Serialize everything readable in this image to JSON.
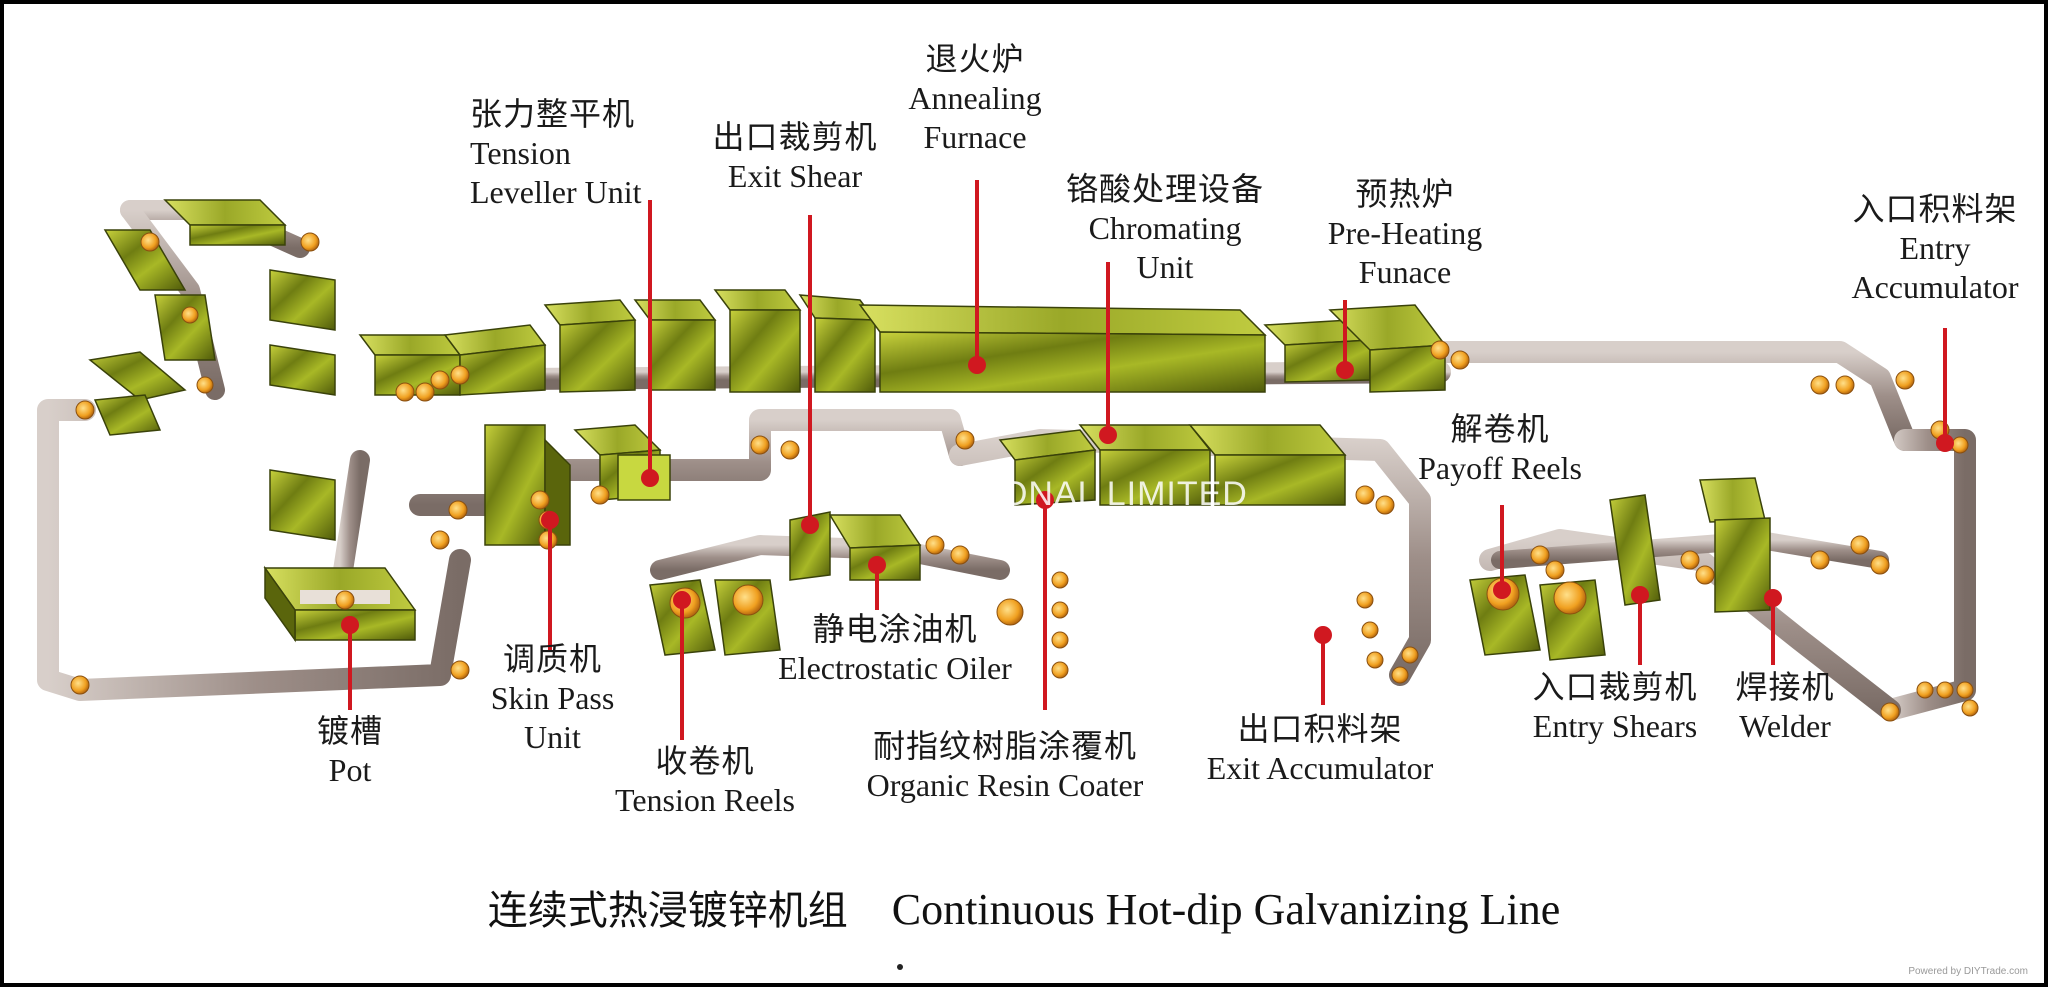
{
  "title": {
    "zh": "连续式热浸镀锌机组",
    "en": "Continuous Hot-dip Galvanizing Line"
  },
  "watermark": "METAL INTERNATIONAL LIMITED",
  "credit": "Powered by DIYTrade.com",
  "colors": {
    "strip": "#a89a94",
    "equipment": "#8a9a1c",
    "roller": "#f0a020",
    "pointer": "#d01820",
    "frame": "#000000"
  },
  "labels": {
    "annealing_furnace": {
      "zh": "退火炉",
      "en": [
        "Annealing",
        "Furnace"
      ]
    },
    "tension_leveller": {
      "zh": "张力整平机",
      "en": [
        "Tension",
        "Leveller Unit"
      ]
    },
    "exit_shear": {
      "zh": "出口裁剪机",
      "en": [
        "Exit Shear"
      ]
    },
    "chromating_unit": {
      "zh": "铬酸处理设备",
      "en": [
        "Chromating",
        "Unit"
      ]
    },
    "preheating_furnace": {
      "zh": "预热炉",
      "en": [
        "Pre-Heating",
        "Funace"
      ]
    },
    "entry_accumulator": {
      "zh": "入口积料架",
      "en": [
        "Entry",
        "Accumulator"
      ]
    },
    "payoff_reels": {
      "zh": "解卷机",
      "en": [
        "Payoff Reels"
      ]
    },
    "skin_pass": {
      "zh": "调质机",
      "en": [
        "Skin Pass",
        "Unit"
      ]
    },
    "pot": {
      "zh": "镀槽",
      "en": [
        "Pot"
      ]
    },
    "tension_reels": {
      "zh": "收卷机",
      "en": [
        "Tension Reels"
      ]
    },
    "electrostatic_oiler": {
      "zh": "静电涂油机",
      "en": [
        "Electrostatic Oiler"
      ]
    },
    "organic_resin_coater": {
      "zh": "耐指纹树脂涂覆机",
      "en": [
        "Organic Resin Coater"
      ]
    },
    "exit_accumulator": {
      "zh": "出口积料架",
      "en": [
        "Exit Accumulator"
      ]
    },
    "entry_shears": {
      "zh": "入口裁剪机",
      "en": [
        "Entry Shears"
      ]
    },
    "welder": {
      "zh": "焊接机",
      "en": [
        "Welder"
      ]
    }
  }
}
